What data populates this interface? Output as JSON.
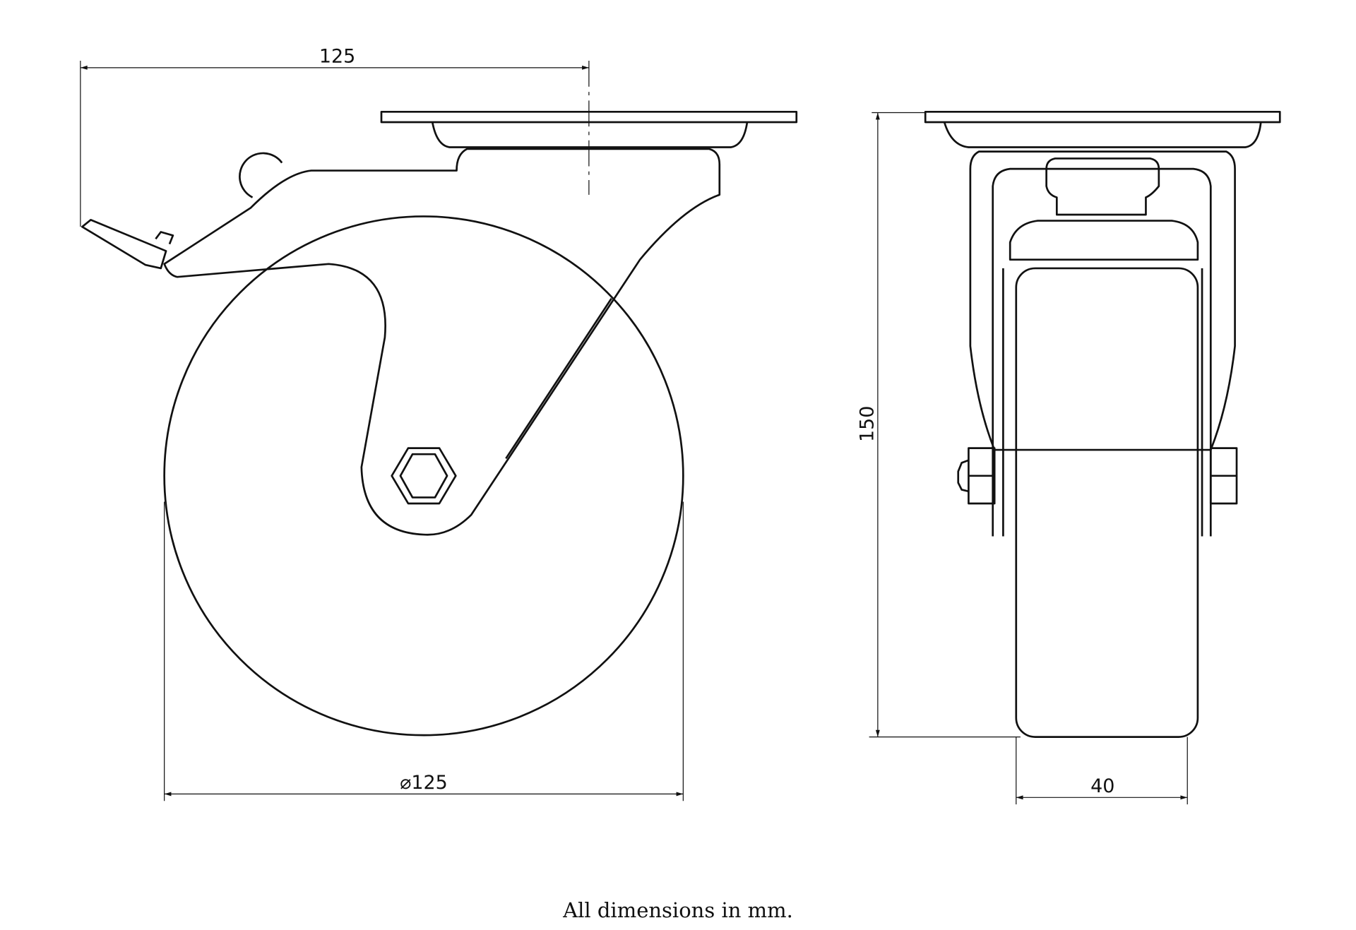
{
  "dimensions": {
    "offset_width": "125",
    "wheel_diameter": "⌀125",
    "overall_height": "150",
    "wheel_width": "40"
  },
  "caption": "All dimensions in mm.",
  "colors": {
    "line": "#111111",
    "background": "#ffffff"
  }
}
